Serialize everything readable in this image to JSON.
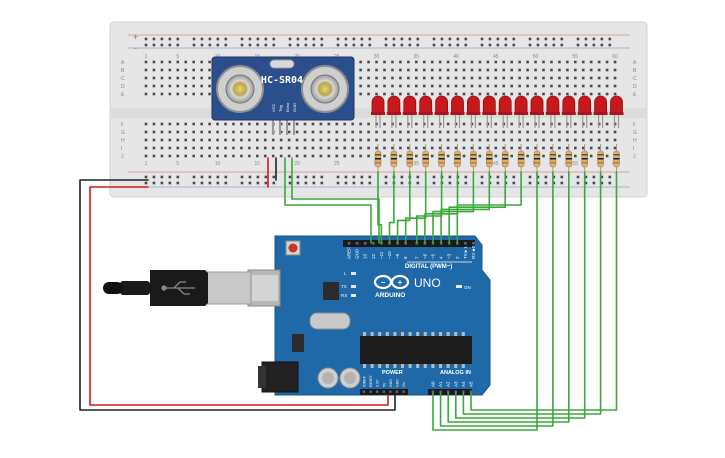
{
  "sensor": {
    "label": "HC-SR04",
    "pins": [
      "VCC",
      "Trig",
      "Echo",
      "GND"
    ]
  },
  "breadboard": {
    "column_numbers": [
      "1",
      "5",
      "10",
      "15",
      "20",
      "25",
      "30",
      "35",
      "40",
      "45",
      "50",
      "55",
      "60"
    ],
    "row_letters_top": [
      "A",
      "B",
      "C",
      "D",
      "E"
    ],
    "row_letters_bottom": [
      "F",
      "G",
      "H",
      "I",
      "J"
    ],
    "rail_signs": [
      "+",
      "-"
    ]
  },
  "leds": {
    "count": 16,
    "color": "#c8181e"
  },
  "arduino": {
    "brand": "ARDUINO",
    "model": "UNO",
    "digital_label": "DIGITAL (PWM~)",
    "analog_label": "ANALOG IN",
    "power_label": "POWER",
    "on_label": "ON",
    "tx_label": "TX",
    "rx_label": "RX",
    "l_label": "L",
    "digital_pins": [
      "AREF",
      "GND",
      "13",
      "12",
      "~11",
      "~10",
      "~9",
      "8",
      "7",
      "~6",
      "~5",
      "4",
      "~3",
      "2",
      "TX►1",
      "RX◄0"
    ],
    "analog_pins": [
      "A0",
      "A1",
      "A2",
      "A3",
      "A4",
      "A5"
    ],
    "power_pins": [
      "IOREF",
      "RESET",
      "3.3V",
      "5V",
      "GND",
      "GND",
      "Vin"
    ]
  },
  "colors": {
    "board": "#1f69a8",
    "wire_signal": "#3aa83a",
    "wire_power": "#d11b1b",
    "wire_ground": "#222222",
    "led": "#c8181e"
  }
}
